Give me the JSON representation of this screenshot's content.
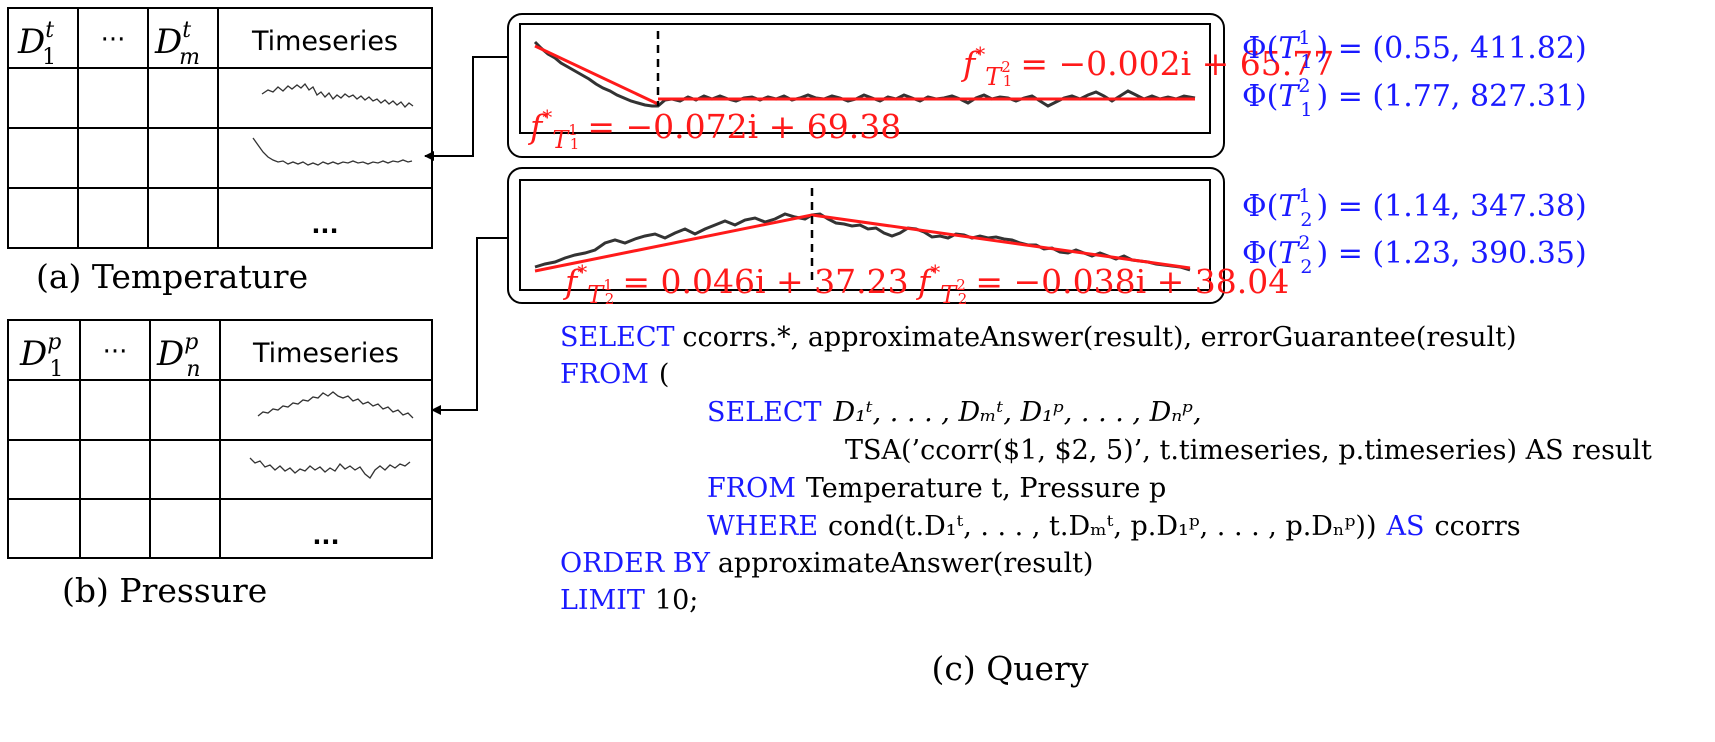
{
  "tables": [
    {
      "columns": [
        {
          "base": "D",
          "sup": "t",
          "sub": "1"
        },
        {
          "text": "···"
        },
        {
          "base": "D",
          "sup": "t",
          "sub": "m"
        },
        {
          "text": "Timeseries"
        }
      ],
      "last_row": "...",
      "caption": "(a) Temperature"
    },
    {
      "columns": [
        {
          "base": "D",
          "sup": "p",
          "sub": "1"
        },
        {
          "text": "···"
        },
        {
          "base": "D",
          "sup": "p",
          "sub": "n"
        },
        {
          "text": "Timeseries"
        }
      ],
      "last_row": "...",
      "caption": "(b) Pressure"
    }
  ],
  "segments": [
    {
      "panel": "top",
      "fits": [
        {
          "f": "f",
          "star": "*",
          "T": "T",
          "T_sup": "1",
          "T_sub": "1",
          "rhs": "= −0.072i + 69.38"
        },
        {
          "f": "f",
          "star": "*",
          "T": "T",
          "T_sup": "2",
          "T_sub": "1",
          "rhs": "= −0.002i + 65.77"
        }
      ],
      "features": [
        {
          "phi": "Φ(",
          "T": "T",
          "T_sup": "1",
          "T_sub": "1",
          "rhs": ") = (0.55, 411.82)"
        },
        {
          "phi": "Φ(",
          "T": "T",
          "T_sup": "2",
          "T_sub": "1",
          "rhs": ") = (1.77, 827.31)"
        }
      ]
    },
    {
      "panel": "bottom",
      "fits": [
        {
          "f": "f",
          "star": "*",
          "T": "T",
          "T_sup": "1",
          "T_sub": "2",
          "rhs": "= 0.046i + 37.23"
        },
        {
          "f": "f",
          "star": "*",
          "T": "T",
          "T_sup": "2",
          "T_sub": "2",
          "rhs": "= −0.038i + 38.04"
        }
      ],
      "features": [
        {
          "phi": "Φ(",
          "T": "T",
          "T_sup": "1",
          "T_sub": "2",
          "rhs": ") = (1.14, 347.38)"
        },
        {
          "phi": "Φ(",
          "T": "T",
          "T_sup": "2",
          "T_sub": "2",
          "rhs": ") = (1.23, 390.35)"
        }
      ]
    }
  ],
  "query": {
    "select_kw": "SELECT",
    "select_rest": "ccorrs.*, approximateAnswer(result), errorGuarantee(result)",
    "from_kw": "FROM",
    "from_rest": "(",
    "inner_select_kw": "SELECT",
    "inner_select_cols": "D₁ᵗ, . . . , Dₘᵗ, D₁ᵖ, . . . , Dₙᵖ,",
    "tsa_line": "TSA(’ccorr($1, $2, 5)’, t.timeseries, p.timeseries) AS result",
    "inner_from_kw": "FROM",
    "inner_from_rest": "Temperature t, Pressure p",
    "where_kw": "WHERE",
    "where_rest": "cond(t.D₁ᵗ, . . . , t.Dₘᵗ, p.D₁ᵖ, . . . , p.Dₙᵖ))",
    "as_kw": "AS",
    "as_rest": "ccorrs",
    "order_kw": "ORDER BY",
    "order_rest": "approximateAnswer(result)",
    "limit_kw": "LIMIT",
    "limit_rest": "10;",
    "caption": "(c) Query"
  },
  "colors": {
    "keyword": "#1a1aff",
    "fit": "#ff1a1a",
    "feature": "#1a1aff",
    "series": "#333333"
  }
}
